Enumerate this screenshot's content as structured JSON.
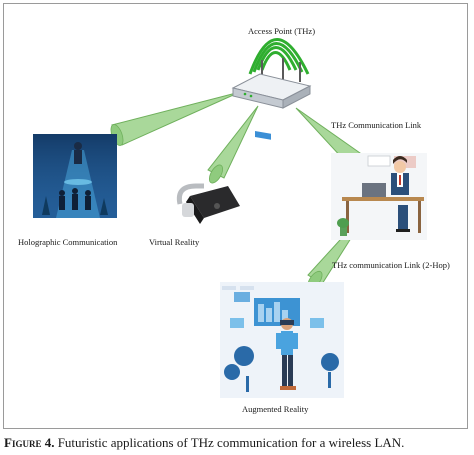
{
  "labels": {
    "access_point": "Access Point (THz)",
    "thz_link": "THz Communication Link",
    "holographic": "Holographic Communication",
    "virtual_reality": "Virtual Reality",
    "thz_link_2hop": "THz communication Link (2-Hop)",
    "augmented_reality": "Augmented Reality"
  },
  "caption": {
    "label": "Figure 4.",
    "text": " Futuristic applications of THz communication for a wireless LAN."
  },
  "colors": {
    "beam_fill": "#a9d89a",
    "beam_stroke": "#6fb05c",
    "antenna_green": "#2fae2f",
    "router_body": "#d8dde3",
    "frame": "#9a9a9a"
  },
  "icons": [
    "router-icon",
    "hologram-icon",
    "vr-headset-icon",
    "office-worker-icon",
    "augmented-reality-icon",
    "sun-icon"
  ]
}
